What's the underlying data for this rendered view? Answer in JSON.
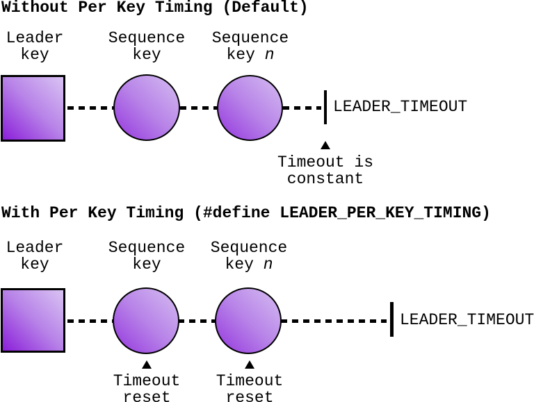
{
  "colors": {
    "background": "#ffffff",
    "text": "#000000",
    "stroke": "#000000",
    "shape_gradient_dark": "#8b1fd9",
    "shape_gradient_mid": "#b884e8",
    "shape_gradient_light": "#d9c3f3"
  },
  "without_per_key": {
    "title": "Without Per Key Timing (Default)",
    "labels": {
      "leader": {
        "line1": "Leader",
        "line2": "key",
        "line2_italic": ""
      },
      "sequence": {
        "line1": "Sequence",
        "line2": "key",
        "line2_italic": ""
      },
      "sequence_n": {
        "line1": "Sequence",
        "line2": "key",
        "line2_italic": " n"
      }
    },
    "timeout_label": "LEADER_TIMEOUT",
    "annotation": {
      "line1": "Timeout is",
      "line2": "constant"
    }
  },
  "with_per_key": {
    "title": "With Per Key Timing (#define LEADER_PER_KEY_TIMING)",
    "labels": {
      "leader": {
        "line1": "Leader",
        "line2": "key",
        "line2_italic": ""
      },
      "sequence": {
        "line1": "Sequence",
        "line2": "key",
        "line2_italic": ""
      },
      "sequence_n": {
        "line1": "Sequence",
        "line2": "key",
        "line2_italic": " n"
      }
    },
    "timeout_label": "LEADER_TIMEOUT",
    "annotations": [
      {
        "line1": "Timeout",
        "line2": "reset"
      },
      {
        "line1": "Timeout",
        "line2": "reset"
      }
    ]
  }
}
